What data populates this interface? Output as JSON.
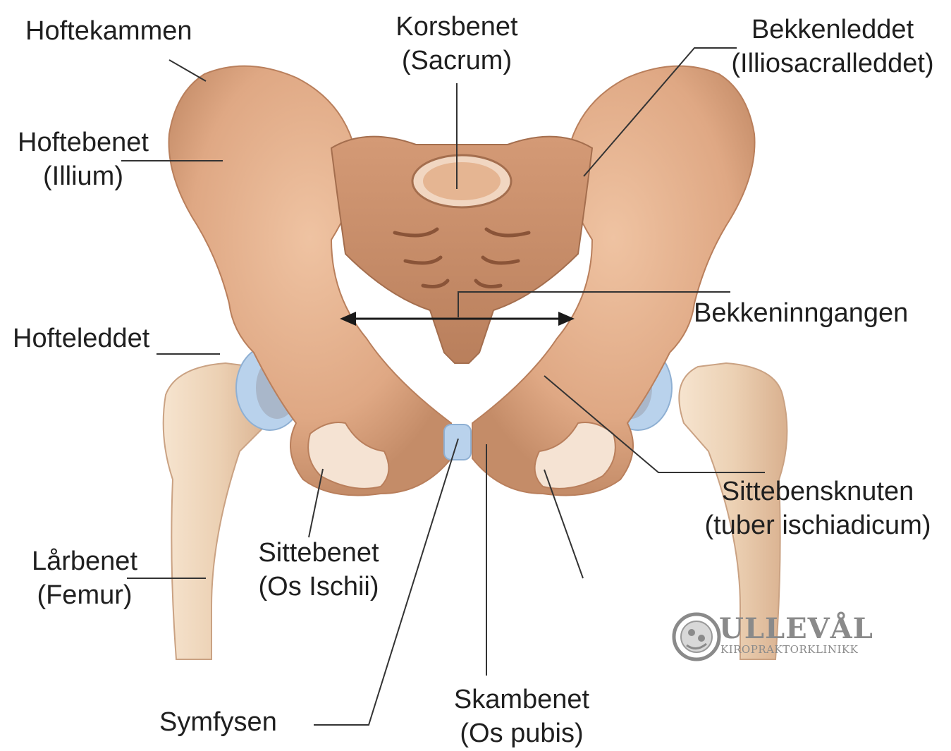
{
  "labels": {
    "hoftekammen": "Hoftekammen",
    "korsbenet": "Korsbenet",
    "sacrum": "(Sacrum)",
    "bekkenleddet": "Bekkenleddet",
    "illiosacralleddet": "(Illiosacralleddet)",
    "hoftebenet": "Hoftebenet",
    "illium": "(Illium)",
    "bekkeninngangen": "Bekkeninngangen",
    "hofteleddet": "Hofteleddet",
    "sittebensknuten": "Sittebensknuten",
    "tuber_ischiadicum": "(tuber ischiadicum)",
    "larbenet": "Lårbenet",
    "femur": "(Femur)",
    "sittebenet": "Sittebenet",
    "os_ischii": "(Os Ischii)",
    "skambenet": "Skambenet",
    "os_pubis": "(Os pubis)",
    "symfysen": "Symfysen"
  },
  "logo": {
    "name": "ULLEVÅL",
    "subtitle": "KIROPRAKTORKLINIKK"
  },
  "colors": {
    "bone": "#dfa884",
    "bone_light": "#efcdb3",
    "bone_dark": "#b97f5c",
    "cartilage": "#b9d2ec",
    "femur": "#ecd1b4",
    "line": "#333333"
  }
}
